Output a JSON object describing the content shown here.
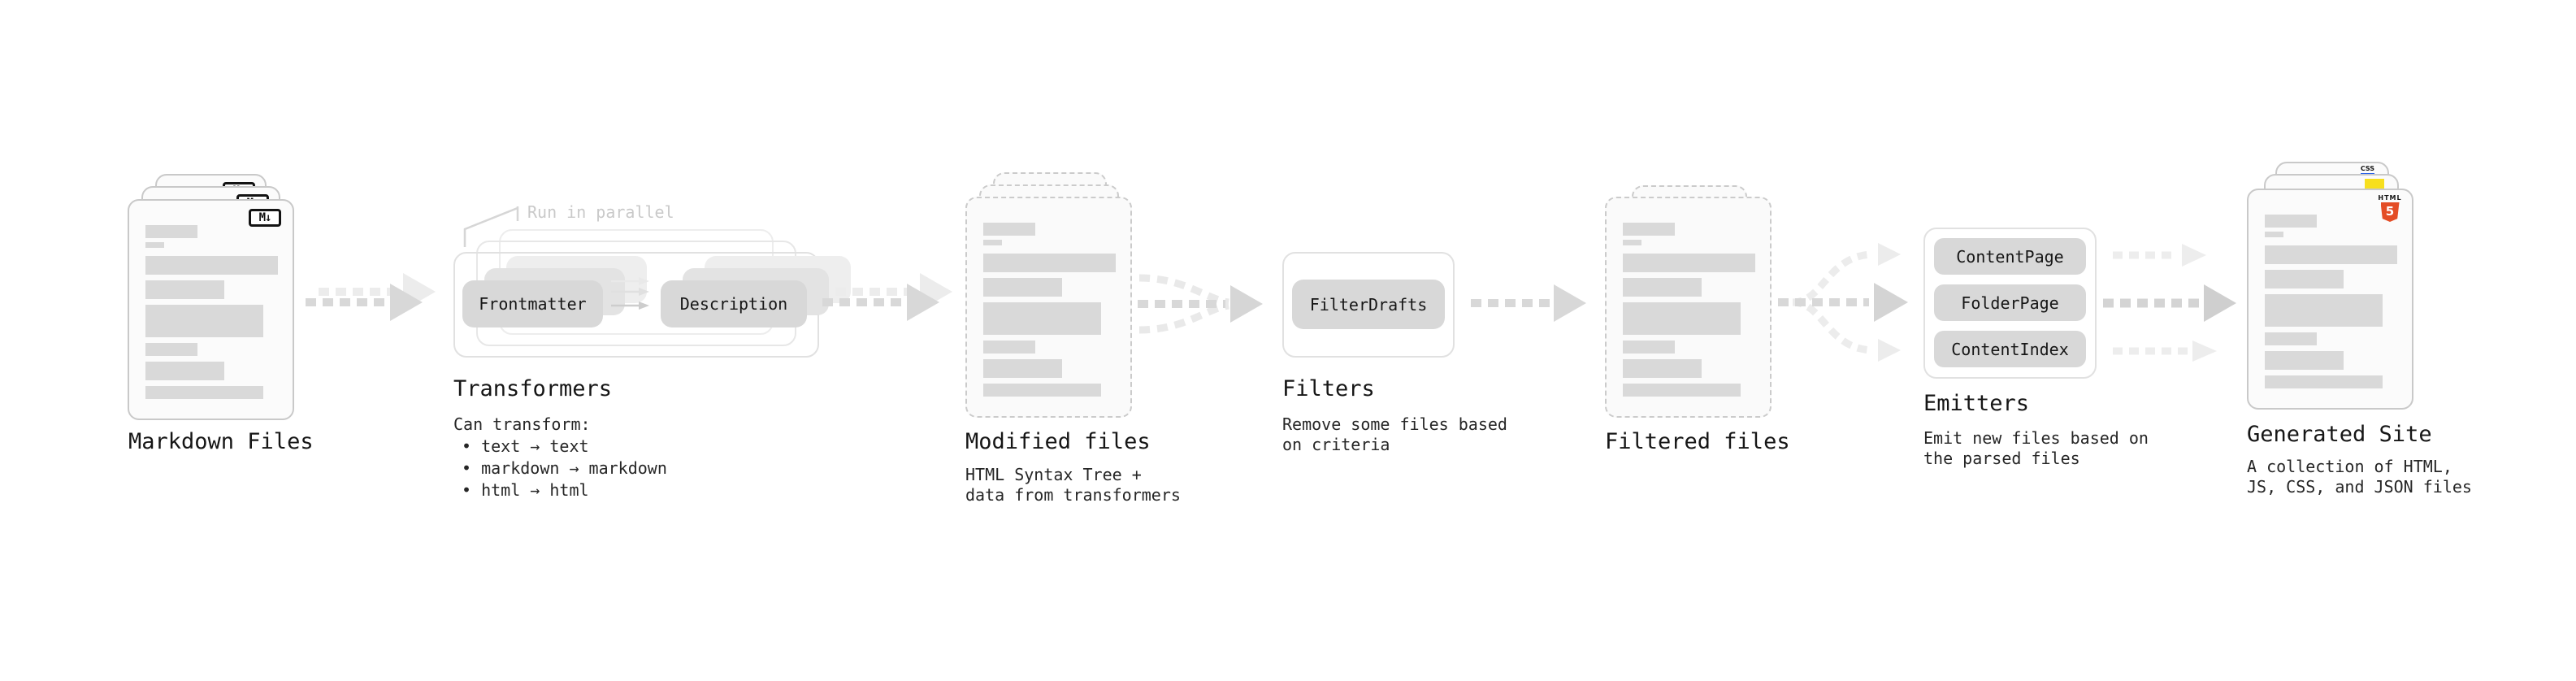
{
  "palette": {
    "background": "#ffffff",
    "card_fill": "#fbfbfb",
    "card_border": "#c9c9c9",
    "dashed_card_border": "#cbcbcb",
    "text_bar": "#d9d9d9",
    "pill_fill": "#d8d8d8",
    "frame_border": "#e1e1e1",
    "arrow": "#d8d8d8",
    "arrow_light": "#ececec",
    "title_text": "#161616",
    "body_text": "#262626",
    "annotation_text": "#c9c9c9",
    "markdown_icon_black": "#131313",
    "html5_orange": "#e44d26",
    "js_yellow": "#f7df1e",
    "css_blue": "#2d64e8"
  },
  "icons": {
    "markdown": {
      "name": "markdown-icon",
      "glyph": "M↓"
    },
    "html5": {
      "name": "html5-icon",
      "word": "HTML",
      "glyph": "5"
    },
    "css": {
      "name": "css-file-icon",
      "glyph": "CSS"
    },
    "js": {
      "name": "js-file-icon"
    }
  },
  "stages": {
    "markdown": {
      "title": "Markdown Files"
    },
    "transformers": {
      "title": "Transformers",
      "annotation": "Run in parallel",
      "boxes": [
        "Frontmatter",
        "Description"
      ],
      "desc_heading": "Can transform:",
      "bullets": [
        "• text → text",
        "• markdown → markdown",
        "• html → html"
      ]
    },
    "modified": {
      "title": "Modified files",
      "desc": [
        "HTML Syntax Tree +",
        "data from transformers"
      ]
    },
    "filters": {
      "title": "Filters",
      "boxes": [
        "FilterDrafts"
      ],
      "desc": [
        "Remove some files based",
        "on criteria"
      ]
    },
    "filtered": {
      "title": "Filtered files"
    },
    "emitters": {
      "title": "Emitters",
      "boxes": [
        "ContentPage",
        "FolderPage",
        "ContentIndex"
      ],
      "desc": [
        "Emit new files based on",
        "the parsed files"
      ]
    },
    "generated": {
      "title": "Generated Site",
      "desc": [
        "A collection of HTML,",
        "JS, CSS, and JSON files"
      ]
    }
  }
}
